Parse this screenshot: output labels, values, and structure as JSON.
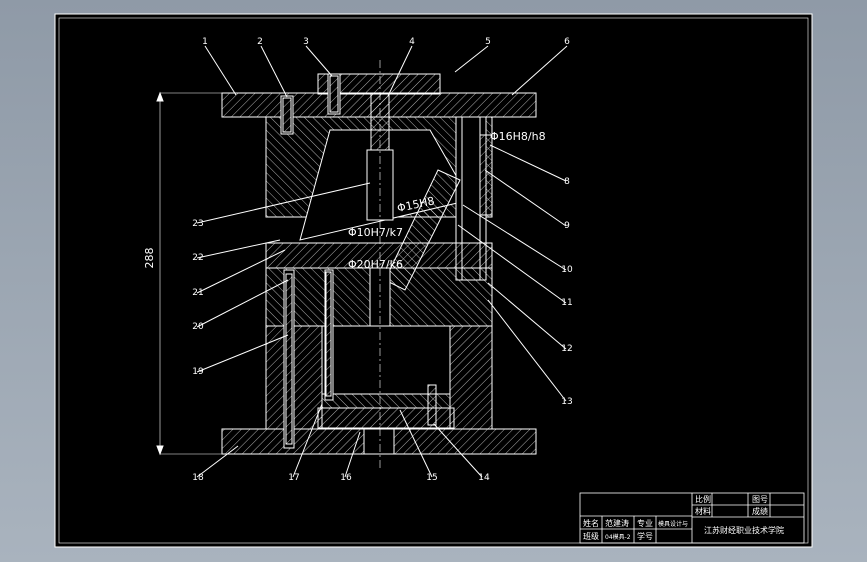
{
  "part_numbers": [
    "1",
    "2",
    "3",
    "4",
    "5",
    "6",
    "8",
    "9",
    "10",
    "11",
    "12",
    "13",
    "14",
    "15",
    "16",
    "17",
    "18",
    "19",
    "20",
    "21",
    "22",
    "23"
  ],
  "dimensions": {
    "overall_height": "288",
    "guide_fit": "Φ16H8/h8",
    "fit_2": "Φ15H8",
    "fit_3": "Φ10H7/k7",
    "fit_4": "Φ20H7/k6"
  },
  "title_block": {
    "scale_label": "比例",
    "drawing_no_label": "图号",
    "material_label": "材料",
    "grade_label": "成绩",
    "name_label": "姓名",
    "name_value": "范建涛",
    "major_label": "专业",
    "major_value": "模具设计与",
    "class_label": "班级",
    "class_value": "04模具-2",
    "student_no_label": "学号",
    "school": "江苏财经职业技术学院"
  },
  "colors": {
    "line": "#ffffff",
    "background": "#000000",
    "frame_bg": "#9aa5b1"
  }
}
